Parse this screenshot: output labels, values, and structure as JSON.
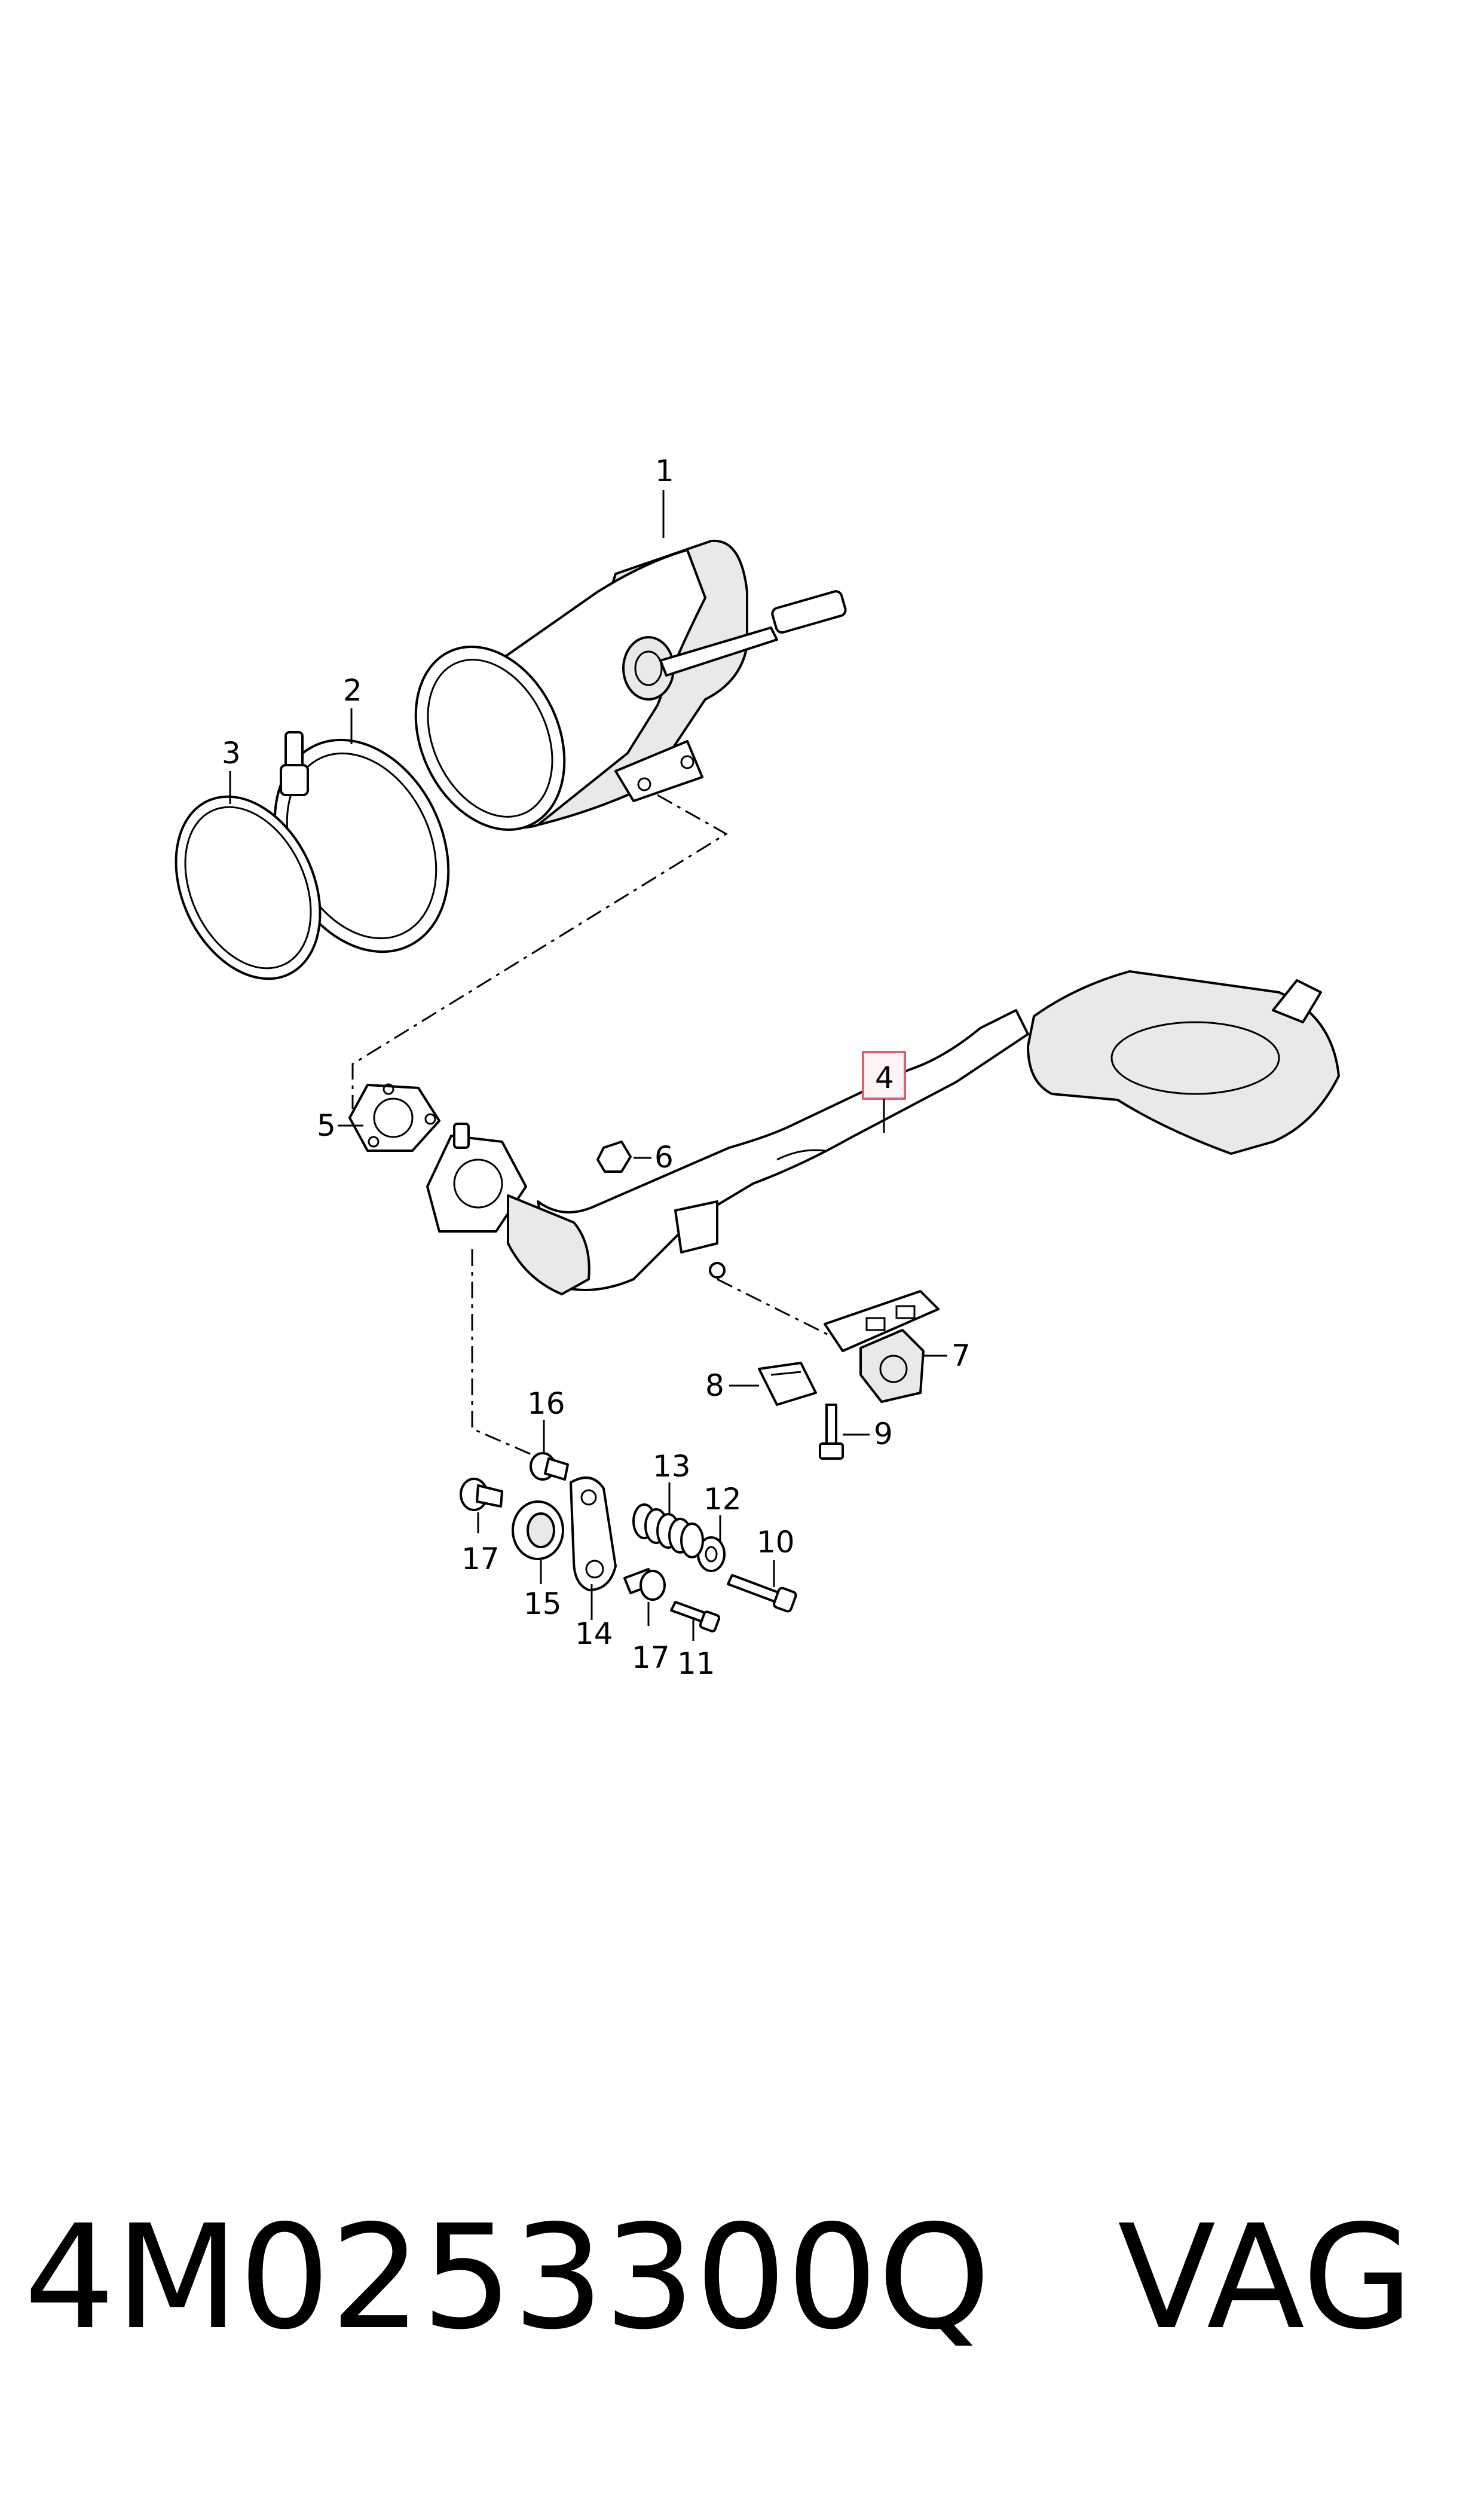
{
  "diagram": {
    "callouts": [
      {
        "id": "c1",
        "label": "1"
      },
      {
        "id": "c2",
        "label": "2"
      },
      {
        "id": "c3",
        "label": "3"
      },
      {
        "id": "c4",
        "label": "4"
      },
      {
        "id": "c5",
        "label": "5"
      },
      {
        "id": "c6",
        "label": "6"
      },
      {
        "id": "c7",
        "label": "7"
      },
      {
        "id": "c8",
        "label": "8"
      },
      {
        "id": "c9",
        "label": "9"
      },
      {
        "id": "c10",
        "label": "10"
      },
      {
        "id": "c11",
        "label": "11"
      },
      {
        "id": "c12",
        "label": "12"
      },
      {
        "id": "c13",
        "label": "13"
      },
      {
        "id": "c14",
        "label": "14"
      },
      {
        "id": "c15",
        "label": "15"
      },
      {
        "id": "c16",
        "label": "16"
      },
      {
        "id": "c17a",
        "label": "17"
      },
      {
        "id": "c17b",
        "label": "17"
      }
    ],
    "highlighted_callout": "4",
    "highlight_color": "#e06070"
  },
  "footer": {
    "part_number": "4M0253300Q",
    "brand": "VAG"
  }
}
